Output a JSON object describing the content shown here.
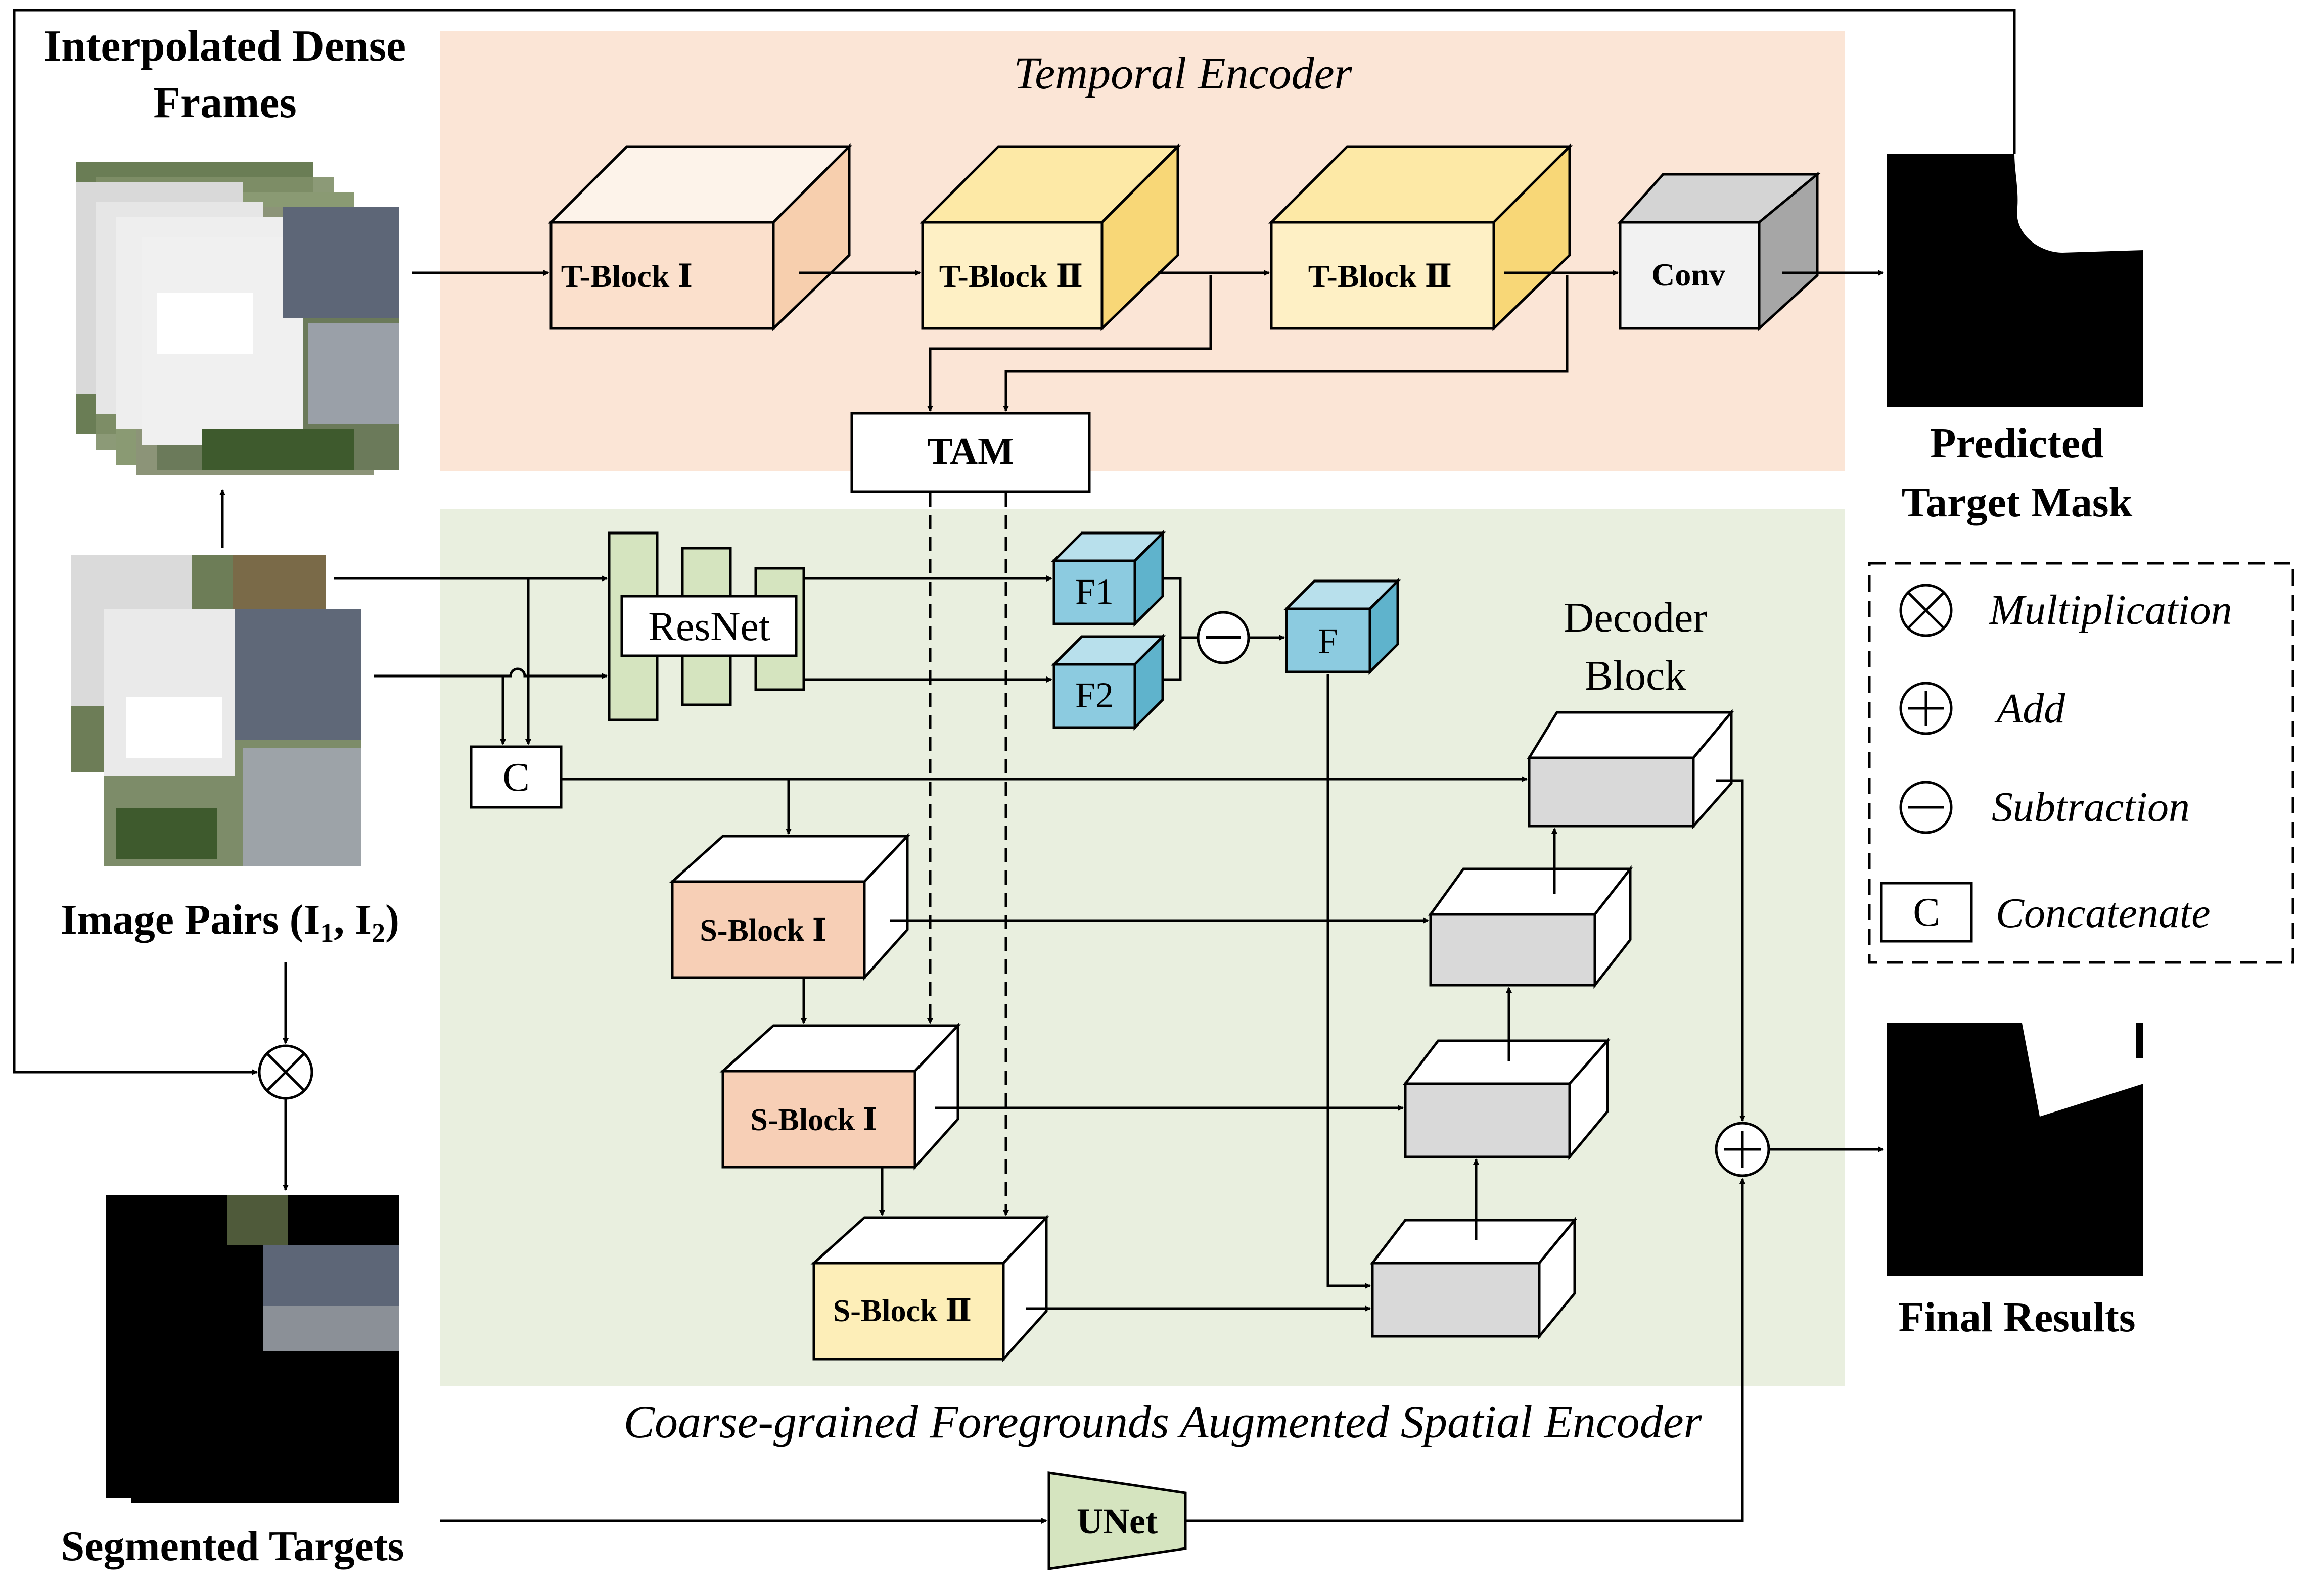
{
  "titles": {
    "interpolated_frames": [
      "Interpolated Dense",
      "Frames"
    ],
    "image_pairs": "Image Pairs (I",
    "image_pairs_sub1": "1",
    "image_pairs_comma": ", I",
    "image_pairs_sub2": "2",
    "image_pairs_close": ")",
    "segmented_targets": "Segmented Targets",
    "predicted_mask": [
      "Predicted",
      "Target Mask"
    ],
    "final_results": "Final Results"
  },
  "temporal_encoder": {
    "title": "Temporal Encoder",
    "blocks": [
      "T-Block Ⅰ",
      "T-Block Ⅱ",
      "T-Block Ⅱ",
      "Conv"
    ],
    "tam": "TAM"
  },
  "spatial_encoder": {
    "title": "Coarse-grained Foregrounds Augmented Spatial Encoder",
    "resnet": "ResNet",
    "features": [
      "F1",
      "F2",
      "F"
    ],
    "concat": "C",
    "s_blocks": [
      "S-Block Ⅰ",
      "S-Block Ⅰ",
      "S-Block Ⅱ"
    ],
    "decoder_title": [
      "Decoder",
      "Block"
    ],
    "unet": "UNet"
  },
  "legend": {
    "items": [
      {
        "symbol": "multiplication-icon",
        "label": "Multiplication"
      },
      {
        "symbol": "add-icon",
        "label": "Add"
      },
      {
        "symbol": "subtraction-icon",
        "label": "Subtraction"
      },
      {
        "symbol": "C",
        "label": "Concatenate"
      }
    ]
  },
  "colors": {
    "temporal_bg": "#fbe5d6",
    "spatial_bg": "#e9efdf",
    "t_block1": "#fbe0cc",
    "t_block2": "#fde9a6",
    "conv": "#d4d4d4",
    "s_block1": "#f7cfb6",
    "s_block2": "#fdeeb8",
    "feature": "#8ccbe0",
    "resnet": "#d5e4bf",
    "decoder": "#d9d9d9",
    "unet": "#d5e4bf"
  }
}
